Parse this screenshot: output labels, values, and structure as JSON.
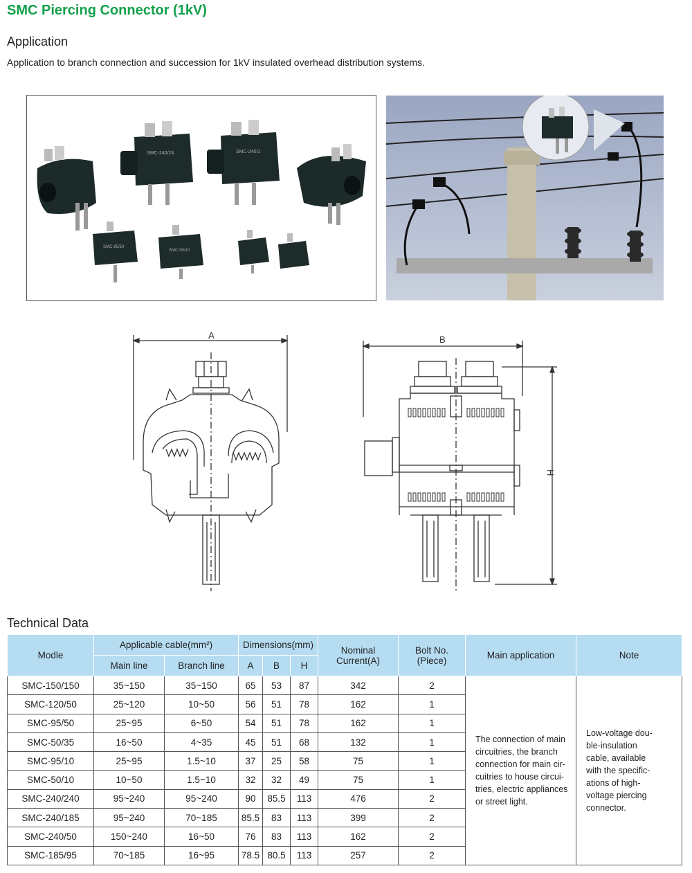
{
  "page": {
    "title": "SMC Piercing Connector (1kV)",
    "application_heading": "Application",
    "application_text": "Application to branch connection and succession for 1kV insulated overhead distribution systems.",
    "technical_heading": "Technical Data"
  },
  "photos": {
    "connector_labels": [
      "SMC-240/24",
      "SMC-240/1",
      "SMC-95/50",
      "SMC-50/10"
    ]
  },
  "drawing": {
    "dim_a": "A",
    "dim_b": "B",
    "dim_h": "H"
  },
  "table": {
    "headers": {
      "modle": "Modle",
      "applicable_cable": "Applicable cable(mm²)",
      "main_line": "Main line",
      "branch_line": "Branch line",
      "dimensions": "Dimensions(mm)",
      "a": "A",
      "b": "B",
      "h": "H",
      "nominal_current_1": "Nominal",
      "nominal_current_2": "Current(A)",
      "bolt_no_1": "Bolt No.",
      "bolt_no_2": "(Piece)",
      "main_application": "Main application",
      "note": "Note"
    },
    "rows": [
      [
        "SMC-150/150",
        "35~150",
        "35~150",
        "65",
        "53",
        "87",
        "342",
        "2"
      ],
      [
        "SMC-120/50",
        "25~120",
        "10~50",
        "56",
        "51",
        "78",
        "162",
        "1"
      ],
      [
        "SMC-95/50",
        "25~95",
        "6~50",
        "54",
        "51",
        "78",
        "162",
        "1"
      ],
      [
        "SMC-50/35",
        "16~50",
        "4~35",
        "45",
        "51",
        "68",
        "132",
        "1"
      ],
      [
        "SMC-95/10",
        "25~95",
        "1.5~10",
        "37",
        "25",
        "58",
        "75",
        "1"
      ],
      [
        "SMC-50/10",
        "10~50",
        "1.5~10",
        "32",
        "32",
        "49",
        "75",
        "1"
      ],
      [
        "SMC-240/240",
        "95~240",
        "95~240",
        "90",
        "85.5",
        "113",
        "476",
        "2"
      ],
      [
        "SMC-240/185",
        "95~240",
        "70~185",
        "85.5",
        "83",
        "113",
        "399",
        "2"
      ],
      [
        "SMC-240/50",
        "150~240",
        "16~50",
        "76",
        "83",
        "113",
        "162",
        "2"
      ],
      [
        "SMC-185/95",
        "70~185",
        "16~95",
        "78.5",
        "80.5",
        "113",
        "257",
        "2"
      ]
    ],
    "main_application_lines": [
      "The connection of main",
      "circuitries,  the branch",
      "connection for main cir-",
      "cuitries to house circui-",
      "tries, electric appliances",
      "or street light."
    ],
    "note_lines": [
      "Low-voltage dou-",
      "ble-insulation",
      "cable, available",
      "with the specific-",
      "ations of high-",
      "voltage piercing",
      "connector."
    ]
  }
}
